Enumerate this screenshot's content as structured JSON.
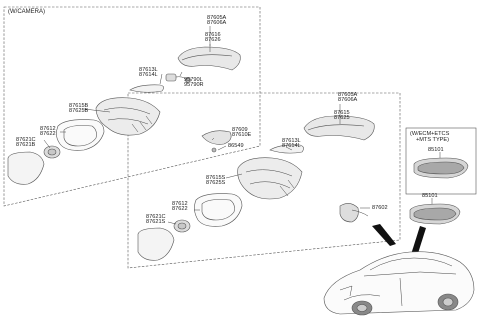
{
  "top_group": {
    "caption": "(W/CAMERA)",
    "labels": {
      "l_87605A": "87605A",
      "l_87606A": "87606A",
      "l_87616": "87616",
      "l_87626": "87626",
      "l_87613L": "87613L",
      "l_87614L": "87614L",
      "l_95790L": "95790L",
      "l_95790R": "95790R",
      "l_87615B": "87615B",
      "l_87625B": "87625B",
      "l_87612": "87612",
      "l_87622": "87622",
      "l_87621C": "87621C",
      "l_87621B": "87621B"
    }
  },
  "mid_group": {
    "labels": {
      "l_87605A": "87605A",
      "l_87606A": "87606A",
      "l_87615": "87615",
      "l_87625": "87625",
      "l_87609": "87609",
      "l_87610E": "87610E",
      "l_86549": "86549",
      "l_87613L": "87613L",
      "l_87614L": "87614L",
      "l_87615S": "87615S",
      "l_87625S": "87625S",
      "l_87612": "87612",
      "l_87622": "87622",
      "l_87621C": "87621C",
      "l_87621S": "87621S",
      "l_87602": "87602"
    }
  },
  "ecm_group": {
    "caption_line1": "(W/ECM+ETCS",
    "caption_line2": "+MTS TYPE)",
    "l_85101": "85101"
  },
  "car": {
    "l_85101": "85101"
  }
}
